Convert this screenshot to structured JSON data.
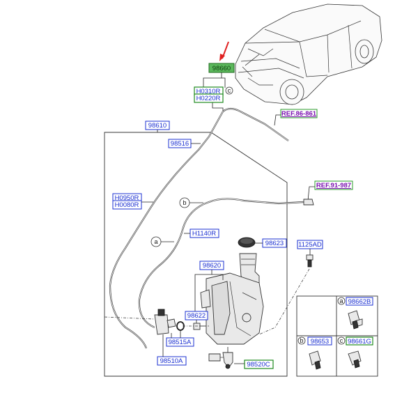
{
  "labels": {
    "main_part": "98660",
    "clip_c": "c",
    "h0310r": "H0310R",
    "h0220r": "H0220R",
    "ref1": "REF.86-861",
    "p98610": "98610",
    "p98516": "98516",
    "ref2": "REF.91-987",
    "circle_b": "b",
    "h0950r": "H0950R",
    "h0080r": "H0080R",
    "circle_a": "a",
    "h1140r": "H1140R",
    "p98623": "98623",
    "p1125ad": "1125AD",
    "p98620": "98620",
    "p98622": "98622",
    "p98515a": "98515A",
    "p98510a": "98510A",
    "p98520c": "98520C",
    "p98662b": "98662B",
    "p98653": "98653",
    "p98661g": "98661G",
    "cell_a": "a",
    "cell_b": "b",
    "cell_c": "c"
  },
  "colors": {
    "pointer_arrow": "#e02020",
    "label_blue": "#1a2fd1",
    "label_green": "#1f8a1f",
    "highlight_green": "#5cb85c",
    "ref_purple": "#7a10b0"
  },
  "icons": {
    "pointer": "red-arrow-icon",
    "vehicle": "car-illustration",
    "reservoir": "washer-reservoir-icon",
    "pump": "washer-pump-icon"
  }
}
